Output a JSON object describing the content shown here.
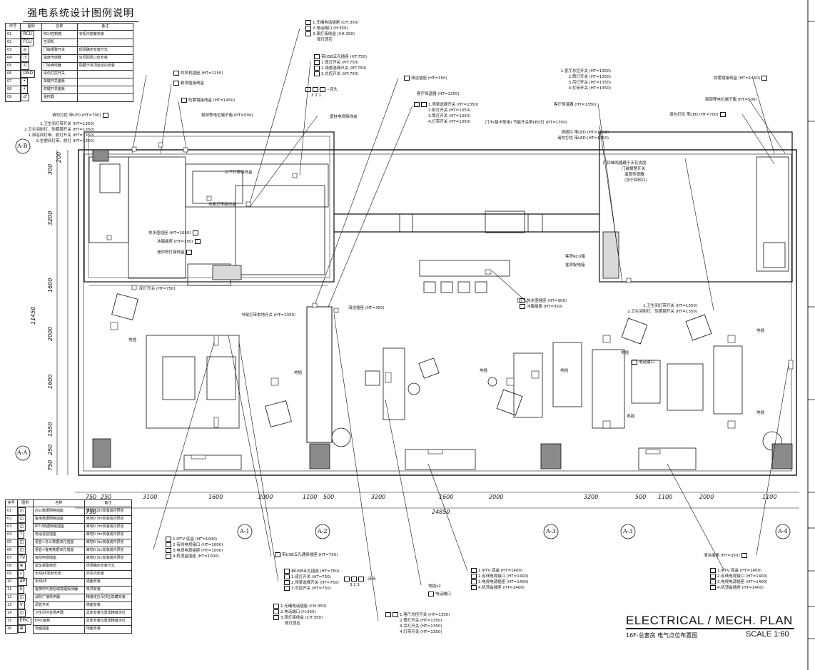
{
  "sheet": {
    "title_cn": "强电系统设计图例说明",
    "plan_title": "ELECTRICAL / MECH. PLAN",
    "plan_subtitle": "16F-总套房 电气点位布置图",
    "scale": "SCALE 1:60"
  },
  "legend_top": {
    "headers": [
      "序号",
      "图例",
      "名称",
      "备注"
    ],
    "rows": [
      {
        "no": "01",
        "sym": "RCU",
        "name": "RCU控制箱",
        "note": "衣柜内隐蔽安装"
      },
      {
        "no": "02",
        "sym": "FCU",
        "name": "空调机",
        "note": ""
      },
      {
        "no": "03",
        "sym": "◎",
        "name": "门磁报警开关",
        "note": "现场确定安装方式"
      },
      {
        "no": "04",
        "sym": "Ⓣ",
        "name": "温度传感器",
        "note": "空调回风口处安装"
      },
      {
        "no": "05",
        "sym": "Ⓒ",
        "name": "门铃蜂鸣器",
        "note": "隐藏于吊顶适当内安装"
      },
      {
        "no": "06",
        "sym": "DND",
        "name": "请勿打扰开关",
        "note": ""
      },
      {
        "no": "07",
        "sym": "•́",
        "name": "单键开关面板",
        "note": ""
      },
      {
        "no": "08",
        "sym": "•̋",
        "name": "双键开关面板",
        "note": ""
      },
      {
        "no": "09",
        "sym": "♂",
        "name": "温控器",
        "note": ""
      }
    ]
  },
  "legend_bottom": {
    "headers": [
      "序号",
      "图例",
      "名称",
      "备注"
    ],
    "rows": [
      {
        "no": "01",
        "sym": "◫",
        "name": "办公数据网络插座",
        "note": "离地0.3m安装成内预定"
      },
      {
        "no": "02",
        "sym": "◫",
        "name": "客用数据网络插座",
        "note": "离地0.3m安装成内预定"
      },
      {
        "no": "03",
        "sym": "◫",
        "name": "IPTV数据网络插座",
        "note": "离地0.3m安装成内预定"
      },
      {
        "no": "04",
        "sym": "T",
        "name": "电话语音插座",
        "note": "离地0.3m安装成内预定"
      },
      {
        "no": "05",
        "sym": "◫",
        "name": "语音+办公数据双孔插座",
        "note": "离地0.3m安装成内预定"
      },
      {
        "no": "06",
        "sym": "◫",
        "name": "语音+客用数据双孔插座",
        "note": "离地0.3m安装成内预定"
      },
      {
        "no": "07",
        "sym": "TV",
        "name": "有线电视插座",
        "note": "离地0.3m安装成内预定"
      },
      {
        "no": "08",
        "sym": "⊗",
        "name": "紧急报警按钮",
        "note": "现场确定安装方式"
      },
      {
        "no": "09",
        "sym": "⍋",
        "name": "无线AP发射天线",
        "note": "天花内安装"
      },
      {
        "no": "10",
        "sym": "AP",
        "name": "无线AP",
        "note": "墙面安装"
      },
      {
        "no": "11",
        "sym": "S",
        "name": "客梯呼叫按钮或感烟探测器",
        "note": "吸顶安装"
      },
      {
        "no": "12",
        "sym": "◫",
        "name": "消防广播扬声器",
        "note": "精装定位吊顶边隐藏安装"
      },
      {
        "no": "13",
        "sym": "V",
        "name": "调音开关",
        "note": "墙面安装"
      },
      {
        "no": "14",
        "sym": "◫",
        "name": "卫生间环音扬声器",
        "note": "具体安装位置需精装定位"
      },
      {
        "no": "15",
        "sym": "EPIC",
        "name": "EPIC面板",
        "note": "具体安装位置需精装定位"
      },
      {
        "no": "16",
        "sym": "⊞",
        "name": "地面插座",
        "note": "地面安装"
      }
    ]
  },
  "dims_bottom": [
    "750",
    "250",
    "3100",
    "1600",
    "2000",
    "1100",
    "500",
    "3200",
    "1600",
    "2000",
    "3200",
    "500",
    "1100",
    "2000",
    "1100"
  ],
  "dim_total": {
    "left": "750",
    "total": "24850"
  },
  "dims_left": [
    "750",
    "250",
    "1550",
    "1600",
    "2000",
    "1600",
    "3200",
    "300",
    "200"
  ],
  "dim_left_total": "11450",
  "grid_tags": [
    "A-B",
    "A-A",
    "A-1",
    "A-2",
    "A-3",
    "A-3",
    "A-4"
  ],
  "callouts": {
    "top_center": [
      "1.无绳电话插座 (CH:350)",
      "2.电话端口 (H:350)",
      "3.夜灯接线盒 (CH:350)",
      "夜灯感应"
    ],
    "usb_block": [
      "带USB五孔插座 (HT:750)",
      "1.夜灯开关 (HT:750)",
      "2.场景选择开关 (HT:750)",
      "3.总控开关 (HT:750)"
    ],
    "curtain": "--床头",
    "curtain_nums": "3 2 1",
    "hair_dryer": "吹风机插座 (HT=1250)",
    "shaver": "剃须插接线盒",
    "mirror_top": "防雾镜接线盒 (HT=1450)",
    "local_bond": "局部等电位端子箱 (HT=500)",
    "dnd_top": "请勿打扰 带LED (HT=700)",
    "bath_switch": [
      "1.卫生间灯带开关 (HT=1350)",
      "2.卫生间射灯、防雾镜开关 (HT=1350)",
      "1.淋浴间灯带、射灯开关 (HT=1350)",
      "2.坐便间灯带、射灯 (HT=1350)"
    ],
    "counter_strip": "台下灯带接线盒",
    "floor_strip": "地面灯带接线盒",
    "wall_tv": "壁挂电视接线盒",
    "clean_socket": "清洁插座 (HT=350)",
    "thermostat": "客厅恒温器 (HT=1350)",
    "scene_switch": [
      "1.场景选择开关 (HT=1350)",
      "2.射灯开关 (HT=1350)",
      "3.筒灯开关 (HT=1350)",
      "4.灯带开关 (HT=1350)"
    ],
    "hot_water": "热水壶插座 (HT=1050)",
    "fridge": "冰箱插座 (HT=350)",
    "minibar": "迷你吧灯接线盒",
    "bed_lamp": "床灯开关 (HT=750)",
    "desk_lamp": "书架灯带本地开关 (HT=1350)",
    "clean_socket2": "清洁插座 (HT=350)",
    "floor_outlet": "地插",
    "hot_water2": "热水壶插座 (HT=900)",
    "fridge2": "冰箱插座 (HT=350)",
    "guest_switch": [
      "1.客厅总控开关 (HT=1350)",
      "2.筒灯开关 (HT=1350)",
      "3.吊灯开关 (HT=1350)",
      "4.灯带开关 (HT=1350)"
    ],
    "guest_thermo": "客厅恒温器 (HT=1350)",
    "card_switch": "门卡(插卡取电) 节能开关带LED灯 (HT=1350)",
    "doorbell": [
      "请按铃 带LED (HT=1350)",
      "请勿打扰 带LED (HT=1350)"
    ],
    "door_items": [
      "门铃蜂鸣器藏于天花夹层",
      "门磁报警开关",
      "温度传感器",
      "(设于回风口)"
    ],
    "rcu": "客房RCU箱",
    "panel": "客房配电箱",
    "mirror_right": "防雾镜接线盒 (HT=1450)",
    "bond_right": "局部等电位端子箱 (HT=500)",
    "dnd_right": "请勿打扰 带LED (HT=700)",
    "bath_switch_right": [
      "1.卫生间灯带开关 (HT=1350)",
      "2.卫生间射灯、防雾镜开关 (HT=1350)"
    ],
    "phone_port": "电话端口",
    "iptv_left": [
      "1.IPTV 底盒 (HT=1000)",
      "2.有线电视接口 (HT=1000)",
      "3.电视电源插座 (HT=1000)",
      "4.机顶盒插座 (HT=1000)"
    ],
    "usb_bottom": "带USB五孔通用插座 (HT=750)",
    "usb_block2": [
      "带USB五孔插座 (HT=750)",
      "1.夜灯开关 (HT=750)",
      "2.场景选择开关 (HT=750)",
      "3.总控开关 (HT=750)"
    ],
    "phone_bottom": [
      "1.无绳电话插座 (CH:350)",
      "2.电话端口 (H:350)",
      "3.夜灯接线盒 (CH:350)",
      "夜灯感应"
    ],
    "floor_x2": "地插x2",
    "phone_port2": "电话端口",
    "guest_switch2": [
      "1.客厅总控开关 (HT=1350)",
      "2.筒灯开关 (HT=1350)",
      "3.吊灯开关 (HT=1350)",
      "4.灯带开关 (HT=1350)"
    ],
    "iptv_mid": [
      "1.IPTV 底盒 (HT=1400)",
      "2.有线电视接口 (HT=1400)",
      "3.电视电源插座 (HT=1400)",
      "4.机顶盒插座 (HT=1400)"
    ],
    "clean_right": "清洁插座 (HT=350)",
    "iptv_right": [
      "1.IPTV 底盒 (HT=1400)",
      "2.有线电视接口 (HT=1400)",
      "3.电视电源插座 (HT=1400)",
      "4.机顶盒插座 (HT=1400)"
    ]
  },
  "colors": {
    "line": "#111111",
    "wall": "#333333",
    "column": "#8a8a8a",
    "fill": "#d9d9d9"
  }
}
